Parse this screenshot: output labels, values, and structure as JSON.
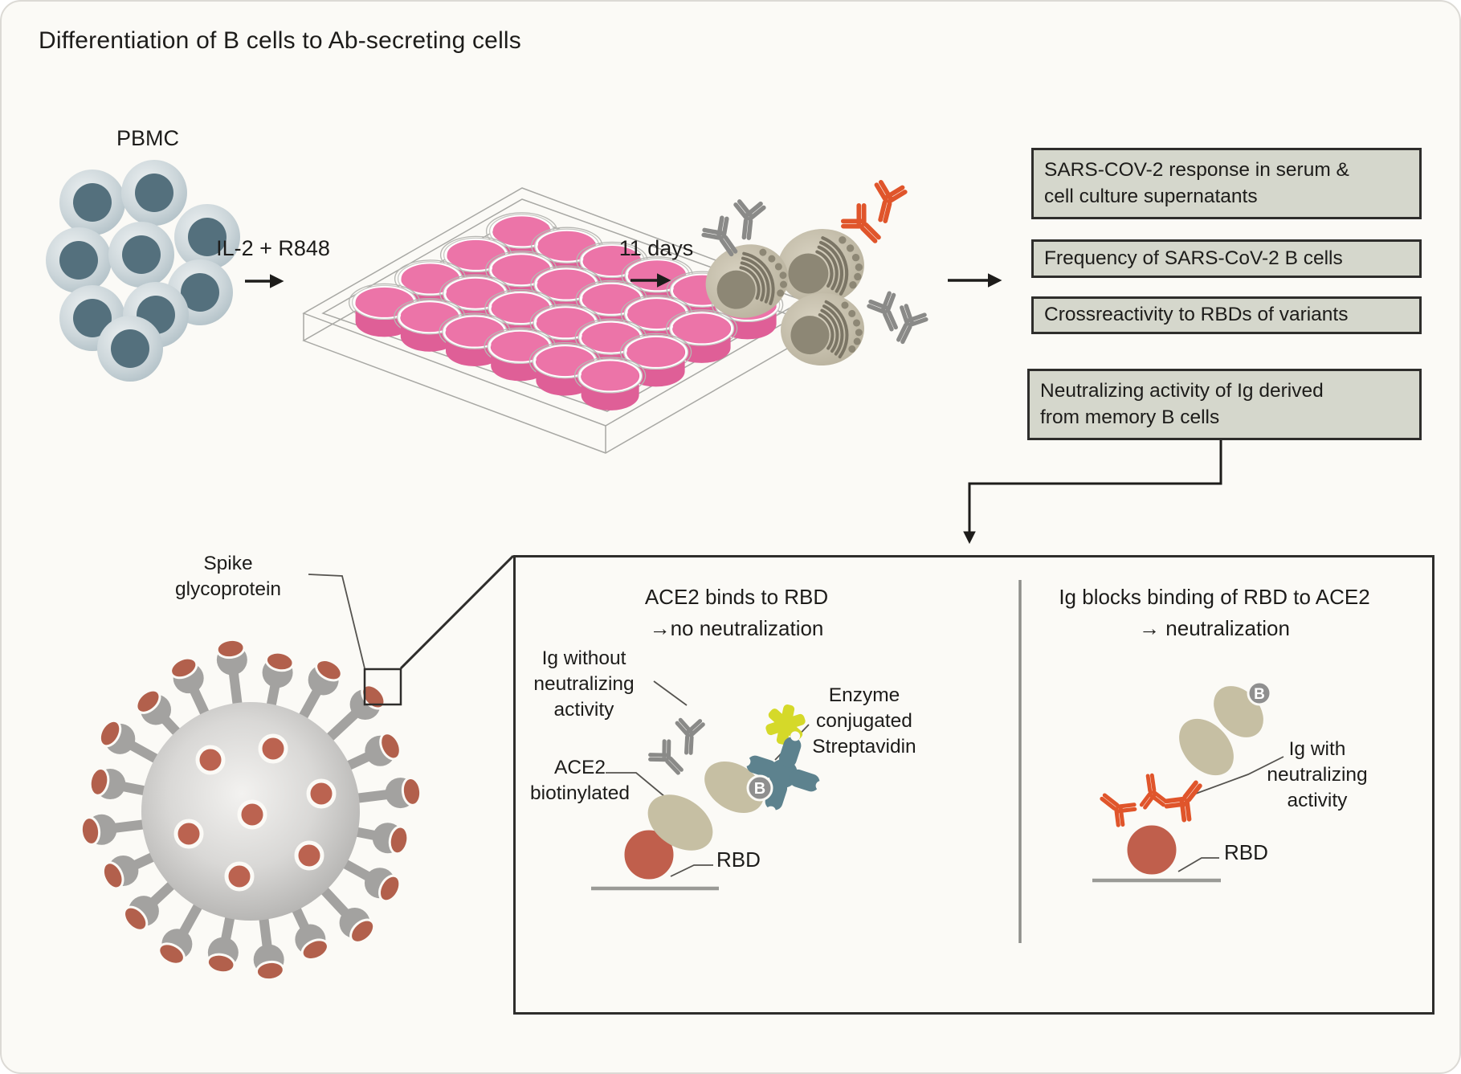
{
  "title": "Differentiation of B cells to Ab-secreting cells",
  "workflow": {
    "pbmc_label": "PBMC",
    "stimulus_label": "IL-2 + R848",
    "duration_label": "11 days",
    "outcomes": [
      "SARS-COV-2 response in serum &\ncell culture supernatants",
      "Frequency of SARS-CoV-2 B cells",
      "Crossreactivity to RBDs of variants",
      "Neutralizing activity of Ig derived\nfrom memory B cells"
    ]
  },
  "virus": {
    "spike_label": "Spike\nglycoprotein"
  },
  "assay": {
    "left": {
      "title": "ACE2 binds to RBD",
      "result": "→no neutralization",
      "ig_label": "Ig without\nneutralizing\nactivity",
      "ace2_label": "ACE2\nbiotinylated",
      "enzyme_label": "Enzyme\nconjugated\nStreptavidin",
      "rbd_label": "RBD",
      "biotin": "B"
    },
    "right": {
      "title": "Ig blocks binding of RBD to ACE2",
      "result": "→ neutralization",
      "ig_label": "Ig with\nneutralizing\nactivity",
      "rbd_label": "RBD",
      "biotin": "B"
    }
  },
  "colors": {
    "background": "#fbfaf6",
    "box_fill": "#d5d7cc",
    "outline_dark": "#2e2d2b",
    "media_pink": "#ec74a8",
    "ig_gray": "#8a8a88",
    "ig_orange": "#e0552b",
    "rbd_red": "#c05f4c",
    "ace2_tan": "#c6bfa3",
    "streptavidin_teal": "#5d828e",
    "enzyme_yellow": "#d5d929",
    "pbmc_nucleus": "#54707d",
    "plasma_beige": "#c9c3b1"
  }
}
